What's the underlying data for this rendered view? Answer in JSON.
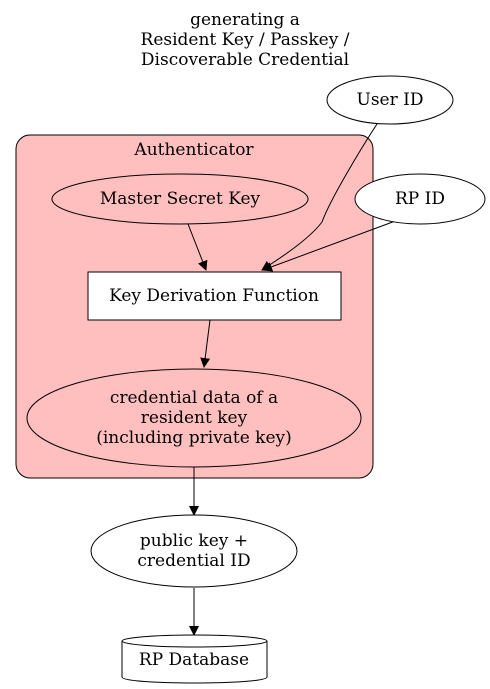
{
  "title": {
    "line1": "generating a",
    "line2": "Resident Key / Passkey /",
    "line3": "Discoverable Credential"
  },
  "cluster": {
    "label": "Authenticator",
    "fill_color": "#ffbfbf"
  },
  "nodes": {
    "user_id": "User ID",
    "rp_id": "RP ID",
    "master_secret_key": "Master Secret Key",
    "kdf": "Key Derivation Function",
    "credential_data": {
      "line1": "credential data of a",
      "line2": "resident key",
      "line3": "(including private key)"
    },
    "public_key": {
      "line1": "public key +",
      "line2": "credential ID"
    },
    "rp_database": "RP Database"
  },
  "edges": [
    {
      "from": "master_secret_key",
      "to": "kdf"
    },
    {
      "from": "user_id",
      "to": "kdf"
    },
    {
      "from": "rp_id",
      "to": "kdf"
    },
    {
      "from": "kdf",
      "to": "credential_data"
    },
    {
      "from": "credential_data",
      "to": "public_key"
    },
    {
      "from": "public_key",
      "to": "rp_database"
    }
  ]
}
